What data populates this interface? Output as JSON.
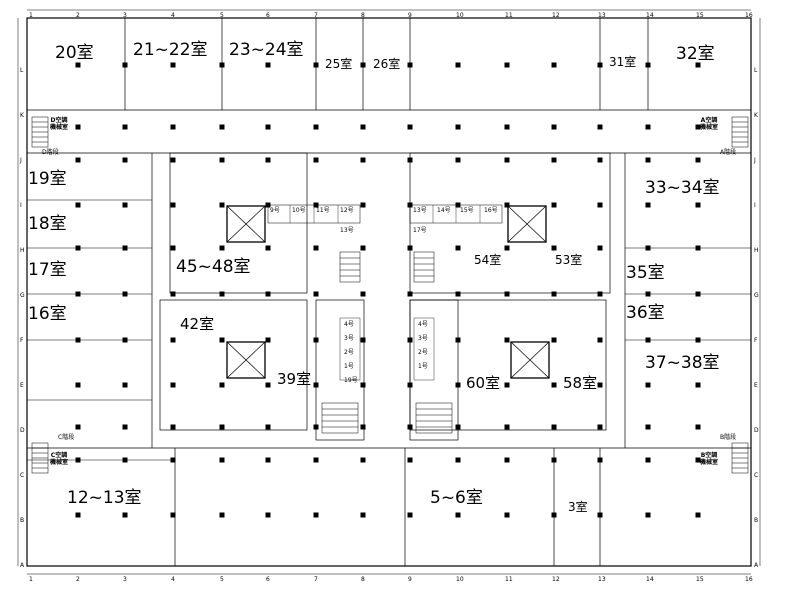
{
  "rooms_large": [
    {
      "id": "r20",
      "label": "20室"
    },
    {
      "id": "r21-22",
      "label": "21~22室"
    },
    {
      "id": "r23-24",
      "label": "23~24室"
    },
    {
      "id": "r32",
      "label": "32室"
    },
    {
      "id": "r19",
      "label": "19室"
    },
    {
      "id": "r18",
      "label": "18室"
    },
    {
      "id": "r17",
      "label": "17室"
    },
    {
      "id": "r16",
      "label": "16室"
    },
    {
      "id": "r33-34",
      "label": "33~34室"
    },
    {
      "id": "r35",
      "label": "35室"
    },
    {
      "id": "r36",
      "label": "36室"
    },
    {
      "id": "r37-38",
      "label": "37~38室"
    },
    {
      "id": "r45-48",
      "label": "45~48室"
    },
    {
      "id": "r12-13",
      "label": "12~13室"
    },
    {
      "id": "r5-6",
      "label": "5~6室"
    }
  ],
  "rooms_medium": [
    {
      "id": "r42",
      "label": "42室"
    },
    {
      "id": "r39",
      "label": "39室"
    },
    {
      "id": "r60",
      "label": "60室"
    },
    {
      "id": "r58",
      "label": "58室"
    }
  ],
  "rooms_small": [
    {
      "id": "r25",
      "label": "25室"
    },
    {
      "id": "r26",
      "label": "26室"
    },
    {
      "id": "r31",
      "label": "31室"
    },
    {
      "id": "r54",
      "label": "54室"
    },
    {
      "id": "r53",
      "label": "53室"
    },
    {
      "id": "r3",
      "label": "3室"
    }
  ],
  "machine_rooms": [
    {
      "id": "d",
      "line1": "D空調",
      "line2": "機械室"
    },
    {
      "id": "a",
      "line1": "A空調",
      "line2": "機械室"
    },
    {
      "id": "c",
      "line1": "C空調",
      "line2": "機械室"
    },
    {
      "id": "b",
      "line1": "B空調",
      "line2": "機械室"
    }
  ],
  "stairs_labels": [
    {
      "id": "d-stair",
      "label": "D階段"
    },
    {
      "id": "a-stair",
      "label": "A階段"
    },
    {
      "id": "c-stair",
      "label": "C階段"
    },
    {
      "id": "b-stair",
      "label": "B階段"
    }
  ],
  "column_axis": [
    "1",
    "2",
    "3",
    "4",
    "5",
    "6",
    "7",
    "8",
    "9",
    "10",
    "11",
    "12",
    "13",
    "14",
    "15",
    "16"
  ],
  "row_axis": [
    "L",
    "K",
    "J",
    "I",
    "H",
    "G",
    "F",
    "E",
    "D",
    "C",
    "B",
    "A"
  ],
  "toilets_left": [
    "9号",
    "10号",
    "11号",
    "12号",
    "13号"
  ],
  "toilets_right": [
    "13号",
    "14号",
    "15号",
    "16号",
    "17号"
  ],
  "core_left": [
    "4号",
    "3号",
    "2号",
    "1号",
    "19号"
  ],
  "core_right": [
    "4号",
    "3号",
    "2号",
    "1号"
  ]
}
